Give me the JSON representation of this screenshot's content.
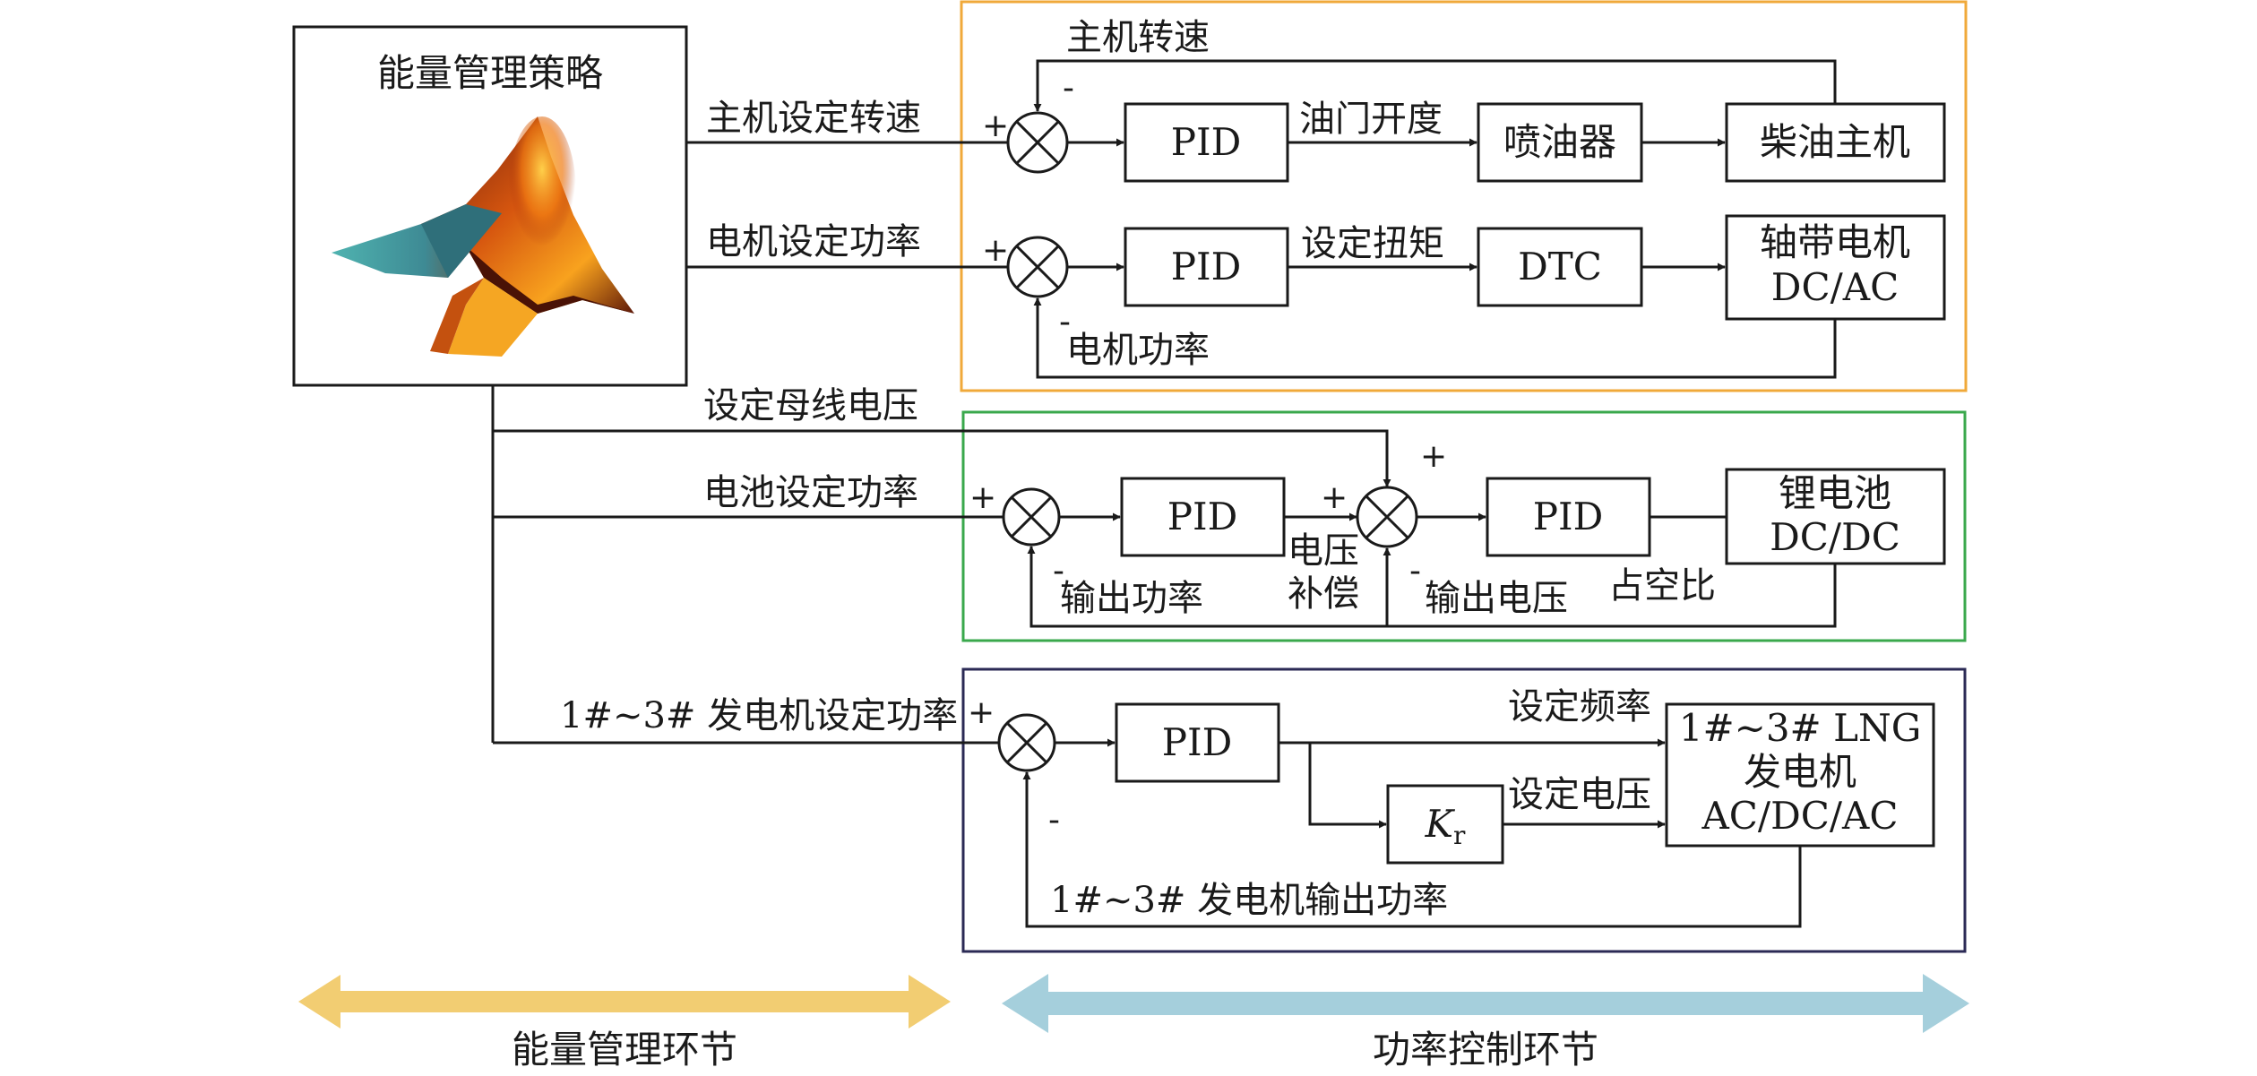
{
  "colors": {
    "orange_frame": "#f0a93a",
    "green_frame": "#3aa84c",
    "navy_frame": "#2b2a55",
    "left_arrow": "#f2cd72",
    "right_arrow": "#a5cfdc"
  },
  "ems": {
    "title": "能量管理策略",
    "icon": "matlab-membrane-logo"
  },
  "signals": {
    "engine_speed_set": "主机设定转速",
    "motor_power_set": "电机设定功率",
    "bus_voltage_set": "设定母线电压",
    "battery_power_set": "电池设定功率",
    "gen_power_set": "1#~3# 发电机设定功率"
  },
  "engine_loop": {
    "feedback": "主机转速",
    "pid": "PID",
    "throttle": "油门开度",
    "injector": "喷油器",
    "engine": "柴油主机"
  },
  "motor_loop": {
    "pid": "PID",
    "torque": "设定扭矩",
    "dtc": "DTC",
    "machine_line1": "轴带电机",
    "machine_line2": "DC/AC",
    "feedback": "电机功率"
  },
  "battery_loop": {
    "pid1": "PID",
    "pid2": "PID",
    "comp_line1": "电压",
    "comp_line2": "补偿",
    "out_power": "输出功率",
    "out_voltage": "输出电压",
    "duty": "占空比",
    "battery_line1": "锂电池",
    "battery_line2": "DC/DC"
  },
  "gen_loop": {
    "pid": "PID",
    "k_symbol": "K",
    "k_sub": "r",
    "freq": "设定频率",
    "volt": "设定电压",
    "gen_line1": "1#~3# LNG",
    "gen_line2": "发电机",
    "gen_line3": "AC/DC/AC",
    "feedback": "1#~3# 发电机输出功率"
  },
  "signs": {
    "plus": "+",
    "minus": "-"
  },
  "bottom": {
    "left_label": "能量管理环节",
    "right_label": "功率控制环节"
  }
}
